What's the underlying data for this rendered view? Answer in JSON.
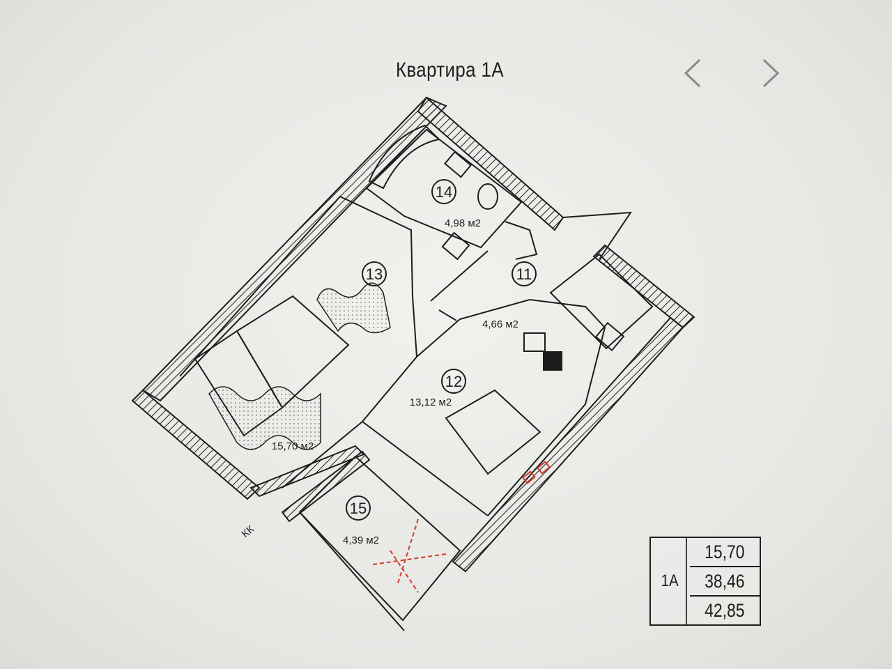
{
  "header": {
    "title": "Квартира 1А",
    "prev_icon": "chevron-left-icon",
    "next_icon": "chevron-right-icon"
  },
  "rooms": [
    {
      "number": "13",
      "area": "15,70 м2"
    },
    {
      "number": "14",
      "area": "4,98 м2"
    },
    {
      "number": "11",
      "area": "4,66 м2"
    },
    {
      "number": "12",
      "area": "13,12 м2"
    },
    {
      "number": "15",
      "area": "4,39 м2"
    }
  ],
  "markings": {
    "kk_label": "КК"
  },
  "summary": {
    "label": "1А",
    "values": [
      "15,70",
      "38,46",
      "42,85"
    ]
  },
  "colors": {
    "line": "#1d1d1d",
    "accent_red": "#d23a2a"
  }
}
